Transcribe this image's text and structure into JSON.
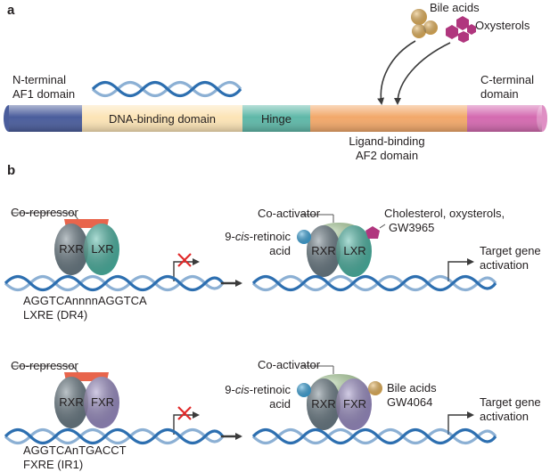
{
  "panel_a": {
    "label": "a",
    "ligands": {
      "bile_acids": "Bile acids",
      "oxysterols": "Oxysterols"
    },
    "domains": {
      "n_terminal_1": "N-terminal",
      "n_terminal_2": "AF1 domain",
      "dna_binding": "DNA-binding domain",
      "hinge": "Hinge",
      "ligand_binding_1": "Ligand-binding",
      "ligand_binding_2": "AF2 domain",
      "c_terminal_1": "C-terminal",
      "c_terminal_2": "domain"
    }
  },
  "panel_b": {
    "label": "b",
    "co_repressor": "Co-repressor",
    "co_activator": "Co-activator",
    "rxr": "RXR",
    "lxr": "LXR",
    "fxr": "FXR",
    "retinoic_1_prefix": "9-",
    "retinoic_1_italic": "cis",
    "retinoic_1_suffix": "-retinoic",
    "retinoic_2": "acid",
    "lxr_ligands_1": "Cholesterol, oxysterols,",
    "lxr_ligands_2": "GW3965",
    "fxr_ligands_1": "Bile acids",
    "fxr_ligands_2": "GW4064",
    "target_1": "Target gene",
    "target_2": "activation",
    "lxre_seq": "AGGTCAnnnnAGGTCA",
    "lxre_name": "LXRE (DR4)",
    "fxre_seq": "AGGTCAnTGACCT",
    "fxre_name": "FXRE (IR1)"
  },
  "colors": {
    "af1": "#4a5d9c",
    "dbd": "#fce4b6",
    "hinge": "#5fb8a8",
    "lbd": "#f2a86a",
    "cterm": "#d46ab0",
    "rxr": "#6b7c86",
    "lxr": "#4bb5a3",
    "fxr": "#9a8dc4",
    "corepressor": "#e8654c",
    "coactivator": "#b5d9a4",
    "retinoic": "#3fa6dc",
    "oxysterol": "#b0367e",
    "bile_acid": "#e8b45a",
    "dna": "#2d6fb0",
    "block": "#e02a2a"
  }
}
